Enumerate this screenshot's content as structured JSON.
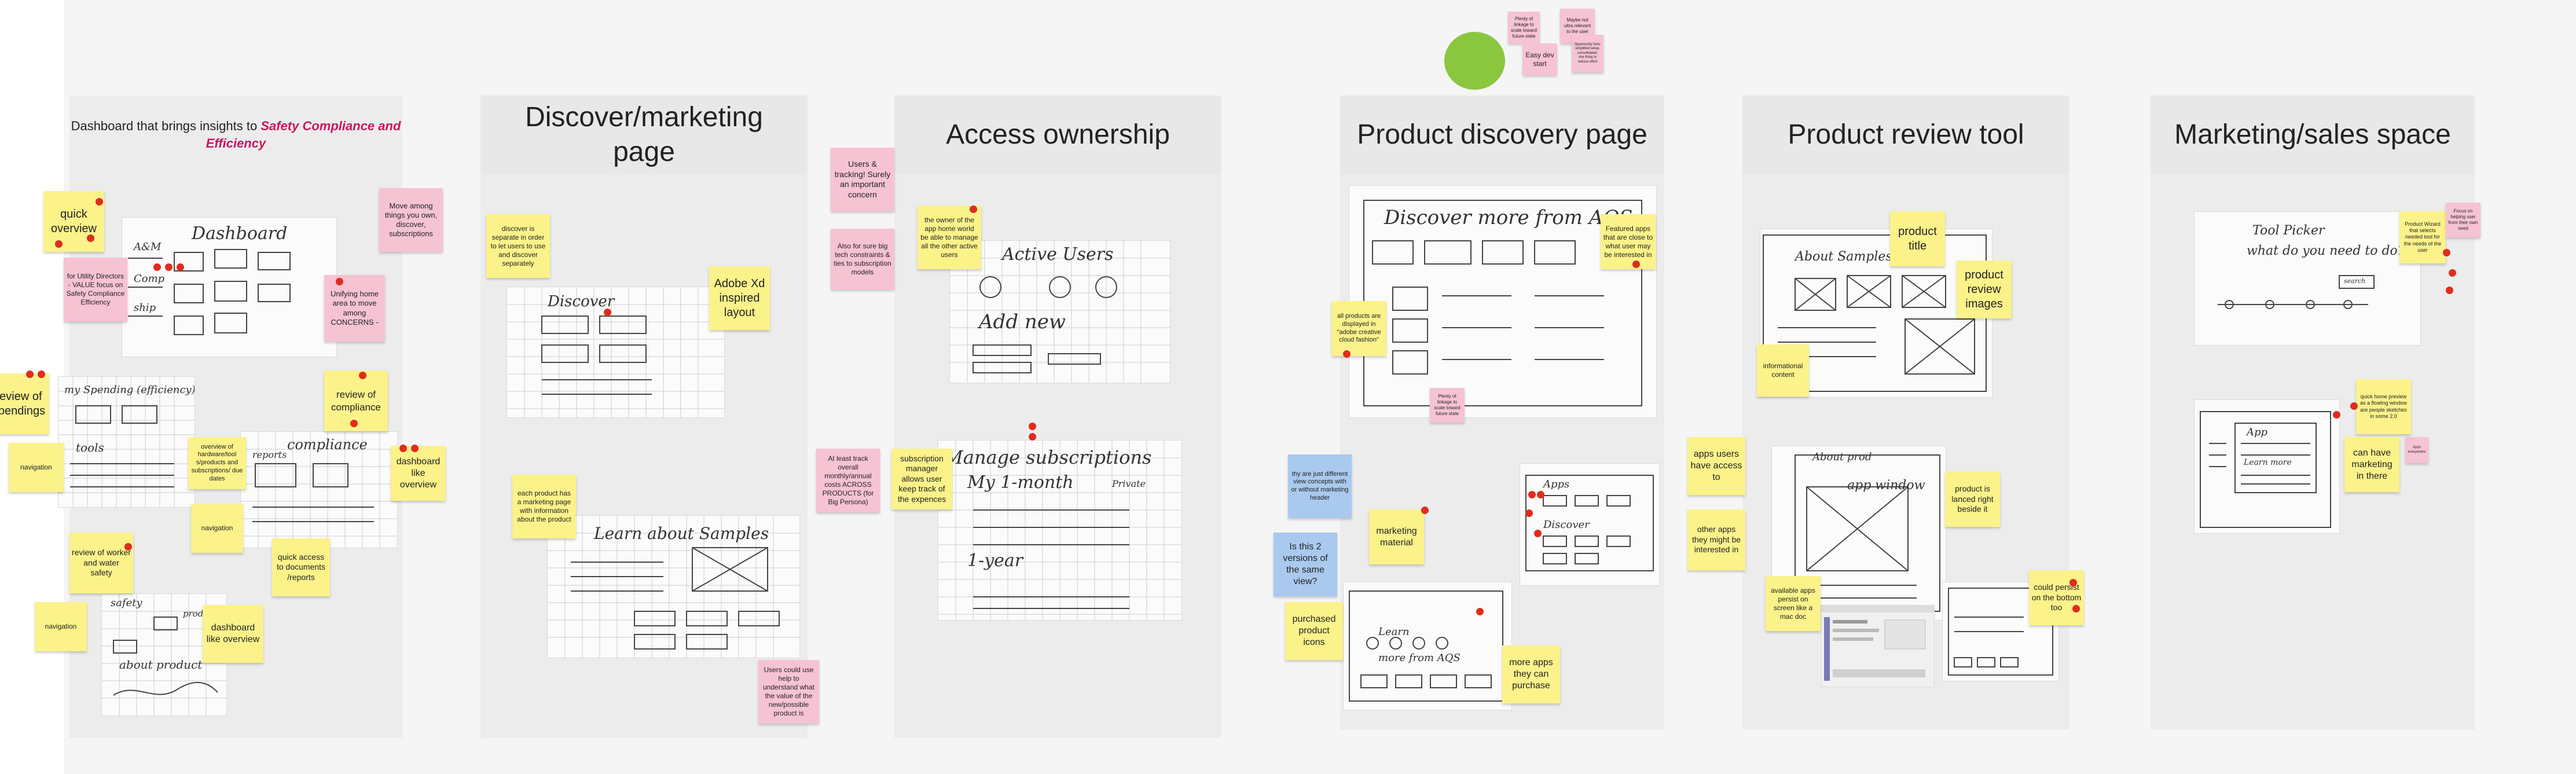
{
  "sections": [
    {
      "id": "dashboard",
      "title_pre": "Dashboard that brings insights to ",
      "title_em": "Safety Compliance and Efficiency"
    },
    {
      "id": "discover",
      "title": "Discover/marketing page"
    },
    {
      "id": "access",
      "title": "Access ownership"
    },
    {
      "id": "product-discovery",
      "title": "Product discovery page"
    },
    {
      "id": "product-review",
      "title": "Product review tool"
    },
    {
      "id": "marketing",
      "title": "Marketing/sales space"
    }
  ],
  "notes": {
    "n01": "quick overview",
    "n02": "for Utility Directors - VALUE focus on Safety Compliance Efficiency",
    "n03": "Move among things you own, discover, subscriptions",
    "n04": "Unifying home area to move among CONCERNS -",
    "n05": "review of spendings",
    "n06": "review of compliance",
    "n07": "navigation",
    "n08": "overview of hardware/tool s/products and subscriptions/ due dates",
    "n09": "dashboard like overview",
    "n10": "navigation",
    "n11": "quick access to documents /reports",
    "n12": "review of worker and water safety",
    "n13": "navigation",
    "n14": "dashboard like overview",
    "n15": "discover is separate in order to let users to use and discover separately",
    "n16": "Adobe Xd inspired layout",
    "n17": "each product has a marketing page with information about the product",
    "n18": "Users & tracking! Surely an important concern",
    "n19": "Also for sure big tech constraints & ties to subscription models",
    "n20": "At least track overall monthly/annual costs ACROSS PRODUCTS (for Big Persona)",
    "n21": "Users could use help to understand what the value of the new/possible product is",
    "n22": "the owner of the app home world be able to manage all the other active users",
    "n23": "subscription manager allows user keep track of the expences",
    "n24": "Plenty of linkage to scale toward future state",
    "n25": "Maybe not ultra relevant to the user",
    "n26": "Easy dev start",
    "n27": "Opportunity here: simplified setup, consolidated, one thing to reduce effort",
    "n28": "Featured apps that are close to what user may be interested in",
    "n29": "all products are displayed in \"adobe creative cloud fashion\"",
    "n30": "Plenty of linkage to scale toward future state",
    "n31": "thy are just different view concepts with or without marketing header",
    "n32": "Is this 2 versions of the same view?",
    "n33": "marketing material",
    "n34": "purchased product icons",
    "n35": "apps users have access to",
    "n36": "other apps they might be interested in",
    "n37": "more apps they can purchase",
    "n38": "product title",
    "n39": "product review images",
    "n40": "informational content",
    "n41": "product is lanced right beside it",
    "n42": "available apps persist on screen like a mac doc",
    "n43": "could persist on the bottom too",
    "n44": "Product Wizard that selects needed tool for the needs of the user",
    "n45": "Focus on helping user from their own need",
    "n46": "quick home preview as a floating window are people sketches in some 2.0",
    "n47": "can have marketing in there",
    "n48": "Apps everywhere"
  },
  "sketch_text": {
    "s_dash": "Dashboard",
    "s_dash_a": "A&M",
    "s_dash_b": "Comp",
    "s_dash_c": "ship",
    "s_spend": "my Spending (efficiency)",
    "s_tools": "tools",
    "s_compl": "compliance",
    "s_report": "reports",
    "s_safety": "safety",
    "s_products": "products",
    "s_about": "about product",
    "s_disc": "Discover",
    "s_learn": "Learn about Samples",
    "s_active": "Active Users",
    "s_addnew": "Add new",
    "s_manage": "Manage subscriptions",
    "s_monthly": "My 1-month",
    "s_yearly": "1-year",
    "s_private": "Private",
    "s_discover_more": "Discover more from AQS",
    "s_apps": "Apps",
    "s_discover": "Discover",
    "s_learn2": "Learn",
    "s_more": "more from AQS",
    "s_about_samples": "About Samples",
    "s_aboutproduct": "About prod",
    "s_appwindow": "app window",
    "s_tool_picker": "Tool Picker",
    "s_what": "what do you need to do?",
    "s_search": "search",
    "s_apps2": "App",
    "s_learnmore": "Learn more"
  },
  "colors": {
    "sticky": "#fbf28a",
    "pink": "#f6c3d3",
    "blue": "#a9c9ef",
    "dot": "#e02c1e",
    "circle": "#8bc63f",
    "accent": "#c8185f"
  }
}
